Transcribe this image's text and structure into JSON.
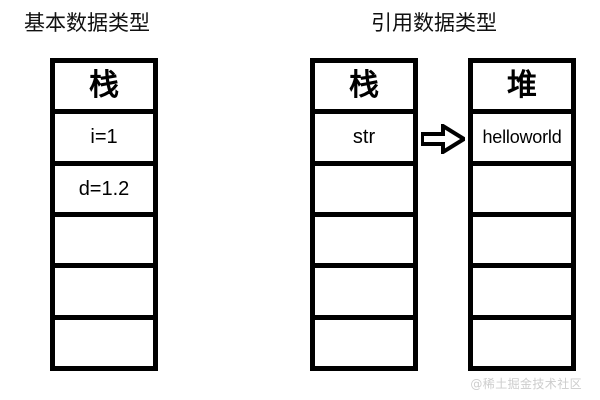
{
  "diagram": {
    "background_color": "#ffffff",
    "stroke_color": "#000000",
    "sections": {
      "primitive": {
        "title": "基本数据类型"
      },
      "reference": {
        "title": "引用数据类型"
      }
    },
    "columns": {
      "primitive_stack": {
        "header": "栈",
        "cells": [
          "i=1",
          "d=1.2",
          "",
          "",
          ""
        ]
      },
      "reference_stack": {
        "header": "栈",
        "cells": [
          "str",
          "",
          "",
          "",
          ""
        ]
      },
      "reference_heap": {
        "header": "堆",
        "cells": [
          "helloworld",
          "",
          "",
          "",
          ""
        ]
      }
    },
    "arrow": {
      "icon": "right-block-arrow-icon",
      "from": "reference_stack.str",
      "to": "reference_heap.helloworld"
    },
    "watermark": "@稀土掘金技术社区"
  }
}
